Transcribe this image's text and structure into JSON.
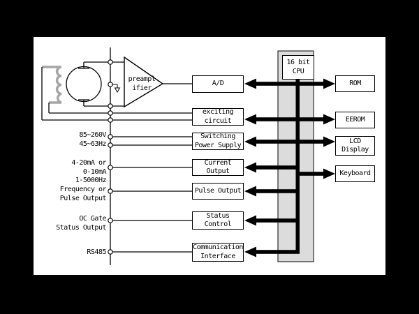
{
  "diagram": {
    "title_hint": "flowmeter converter block diagram",
    "cpu": {
      "label": "16 bit\nCPU"
    },
    "preamp": {
      "label": "preampl\nifier"
    },
    "mid_blocks": [
      {
        "label": "A/D"
      },
      {
        "label": "exciting\ncircuit"
      },
      {
        "label": "Switching\nPower Supply"
      },
      {
        "label": "Current\nOutput"
      },
      {
        "label": "Pulse Output"
      },
      {
        "label": "Status\nControl"
      },
      {
        "label": "Communication\nInterface"
      }
    ],
    "right_blocks": [
      {
        "label": "ROM"
      },
      {
        "label": "EEROM"
      },
      {
        "label": "LCD\nDisplay"
      },
      {
        "label": "Keyboard"
      }
    ],
    "input_labels": [
      {
        "label": "85~260V\n45~63Hz"
      },
      {
        "label": "4-20mA or\n0-10mA"
      },
      {
        "label": "1-5000Hz\nFrequency or\nPulse Output"
      },
      {
        "label": "OC Gate\nStatus Output"
      },
      {
        "label": "RS485"
      }
    ],
    "colors": {
      "background": "#000000",
      "paper": "#ffffff",
      "line": "#000000",
      "bus_fill": "#dcdcdc",
      "coil": "#a6a6a6"
    }
  }
}
